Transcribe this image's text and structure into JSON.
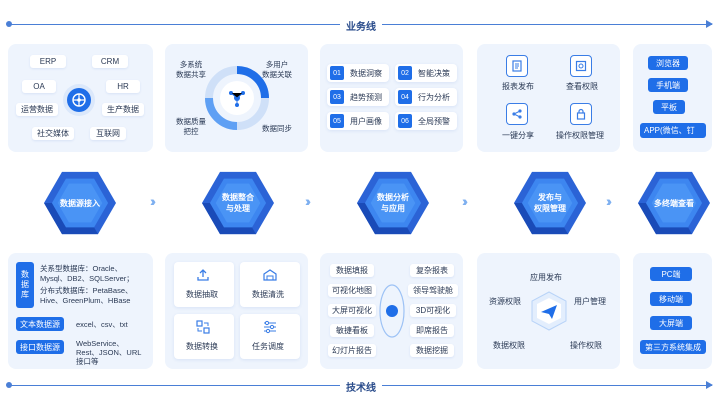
{
  "top_line": {
    "label": "业务线"
  },
  "bottom_line": {
    "label": "技术线"
  },
  "hexes": [
    {
      "label": "数据源接入"
    },
    {
      "label": "数据整合\n与处理"
    },
    {
      "label": "数据分析\n与应用"
    },
    {
      "label": "发布与\n权限管理"
    },
    {
      "label": "多终端查看"
    }
  ],
  "biz_sources": [
    "ERP",
    "CRM",
    "OA",
    "HR",
    "运营数据",
    "生产数据",
    "社交媒体",
    "互联网"
  ],
  "integration_labels": [
    "多系统\n数据共享",
    "多用户\n数据关联",
    "数据质量\n把控",
    "数据同步"
  ],
  "analysis_items": [
    {
      "num": "01",
      "label": "数据洞察"
    },
    {
      "num": "02",
      "label": "智能决策"
    },
    {
      "num": "03",
      "label": "趋势预测"
    },
    {
      "num": "04",
      "label": "行为分析"
    },
    {
      "num": "05",
      "label": "用户画像"
    },
    {
      "num": "06",
      "label": "全局预警"
    }
  ],
  "publish_items": [
    "报表发布",
    "查看权限",
    "一键分享",
    "操作权限管理"
  ],
  "terminals_top": [
    "浏览器",
    "手机端",
    "平板",
    "APP(微信、钉"
  ],
  "tech_sources": {
    "db_label": "数据库",
    "db_lines": [
      "关系型数据库：Oracle、",
      "Mysql、DB2、SQLServer；",
      "分布式数据库：PetaBase、",
      "Hive、GreenPlum、HBase"
    ],
    "file_label": "文本数据源",
    "file_value": "excel、csv、txt",
    "api_label": "接口数据源",
    "api_lines": [
      "WebService、",
      "Rest、JSON、URL",
      "接口等"
    ]
  },
  "etl_items": [
    "数据抽取",
    "数据清洗",
    "数据转换",
    "任务调度"
  ],
  "tech_analysis_left": [
    "数据填报",
    "可视化地图",
    "大屏可视化",
    "敏捷看板",
    "幻灯片报告"
  ],
  "tech_analysis_right": [
    "复杂报表",
    "领导驾驶舱",
    "3D可视化",
    "即席报告",
    "数据挖掘"
  ],
  "permissions": [
    "应用发布",
    "资源权限",
    "用户管理",
    "数据权限",
    "操作权限"
  ],
  "terminals_bottom": [
    "PC端",
    "移动端",
    "大屏端",
    "第三方系统集成"
  ]
}
